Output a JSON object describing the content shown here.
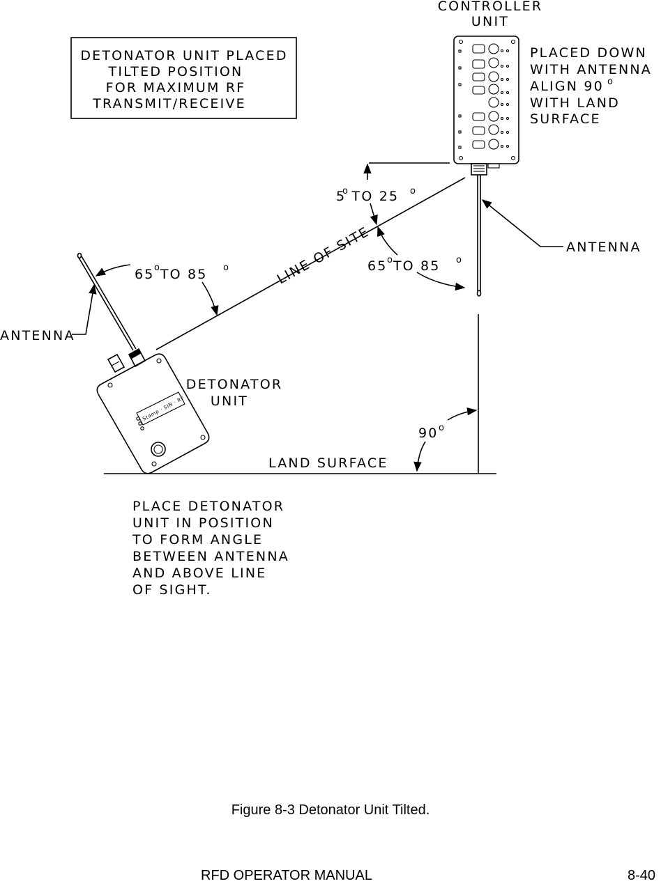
{
  "labels": {
    "controller_title": [
      "CONTROLLER",
      "UNIT"
    ],
    "note_box": [
      "DETONATOR UNIT PLACED",
      "TILTED POSITION",
      "FOR MAXIMUM RF",
      "TRANSMIT/RECEIVE"
    ],
    "placed_down": [
      "PLACED DOWN",
      "WITH ANTENNA",
      "ALIGN 90",
      "WITH LAND",
      "SURFACE"
    ],
    "angle_top": "5   TO  25",
    "line_of_site": "LINE  OF  SITE",
    "angle_right": "65   TO  85",
    "angle_left": "65   TO  85",
    "antenna_right": "ANTENNA",
    "antenna_left": "ANTENNA",
    "detonator_unit": [
      "DETONATOR",
      "UNIT"
    ],
    "ninety": "90",
    "land_surface": "LAND  SURFACE",
    "instructions": [
      "PLACE DETONATOR",
      "UNIT IN POSITION",
      "TO FORM ANGLE",
      "BETWEEN ANTENNA",
      "AND ABOVE LINE",
      "OF SIGHT."
    ],
    "degree_symbol": "o"
  },
  "caption": "Figure 8-3 Detonator Unit Tilted.",
  "footer": {
    "title": "RFD OPERATOR MANUAL",
    "page": "8-40"
  },
  "icons": [
    "controller-unit-drawing",
    "detonator-unit-drawing",
    "arrowheads"
  ]
}
